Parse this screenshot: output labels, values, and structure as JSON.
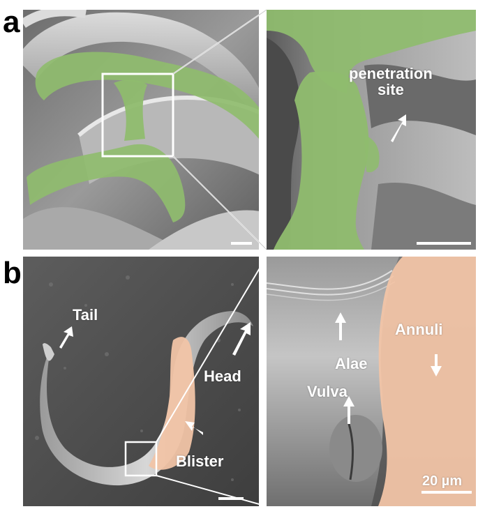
{
  "figure": {
    "panel_a": {
      "letter": "a",
      "inset_label": "penetration\nsite"
    },
    "panel_b": {
      "letter": "b",
      "labels": {
        "tail": "Tail",
        "head": "Head",
        "blister": "Blister",
        "alae": "Alae",
        "vulva": "Vulva",
        "annuli": "Annuli"
      },
      "scale_bar_text": "20 µm"
    },
    "colors": {
      "green_overlay": "#8fbc6e",
      "peach_overlay": "#f1c4a6",
      "background": "#ffffff"
    }
  }
}
